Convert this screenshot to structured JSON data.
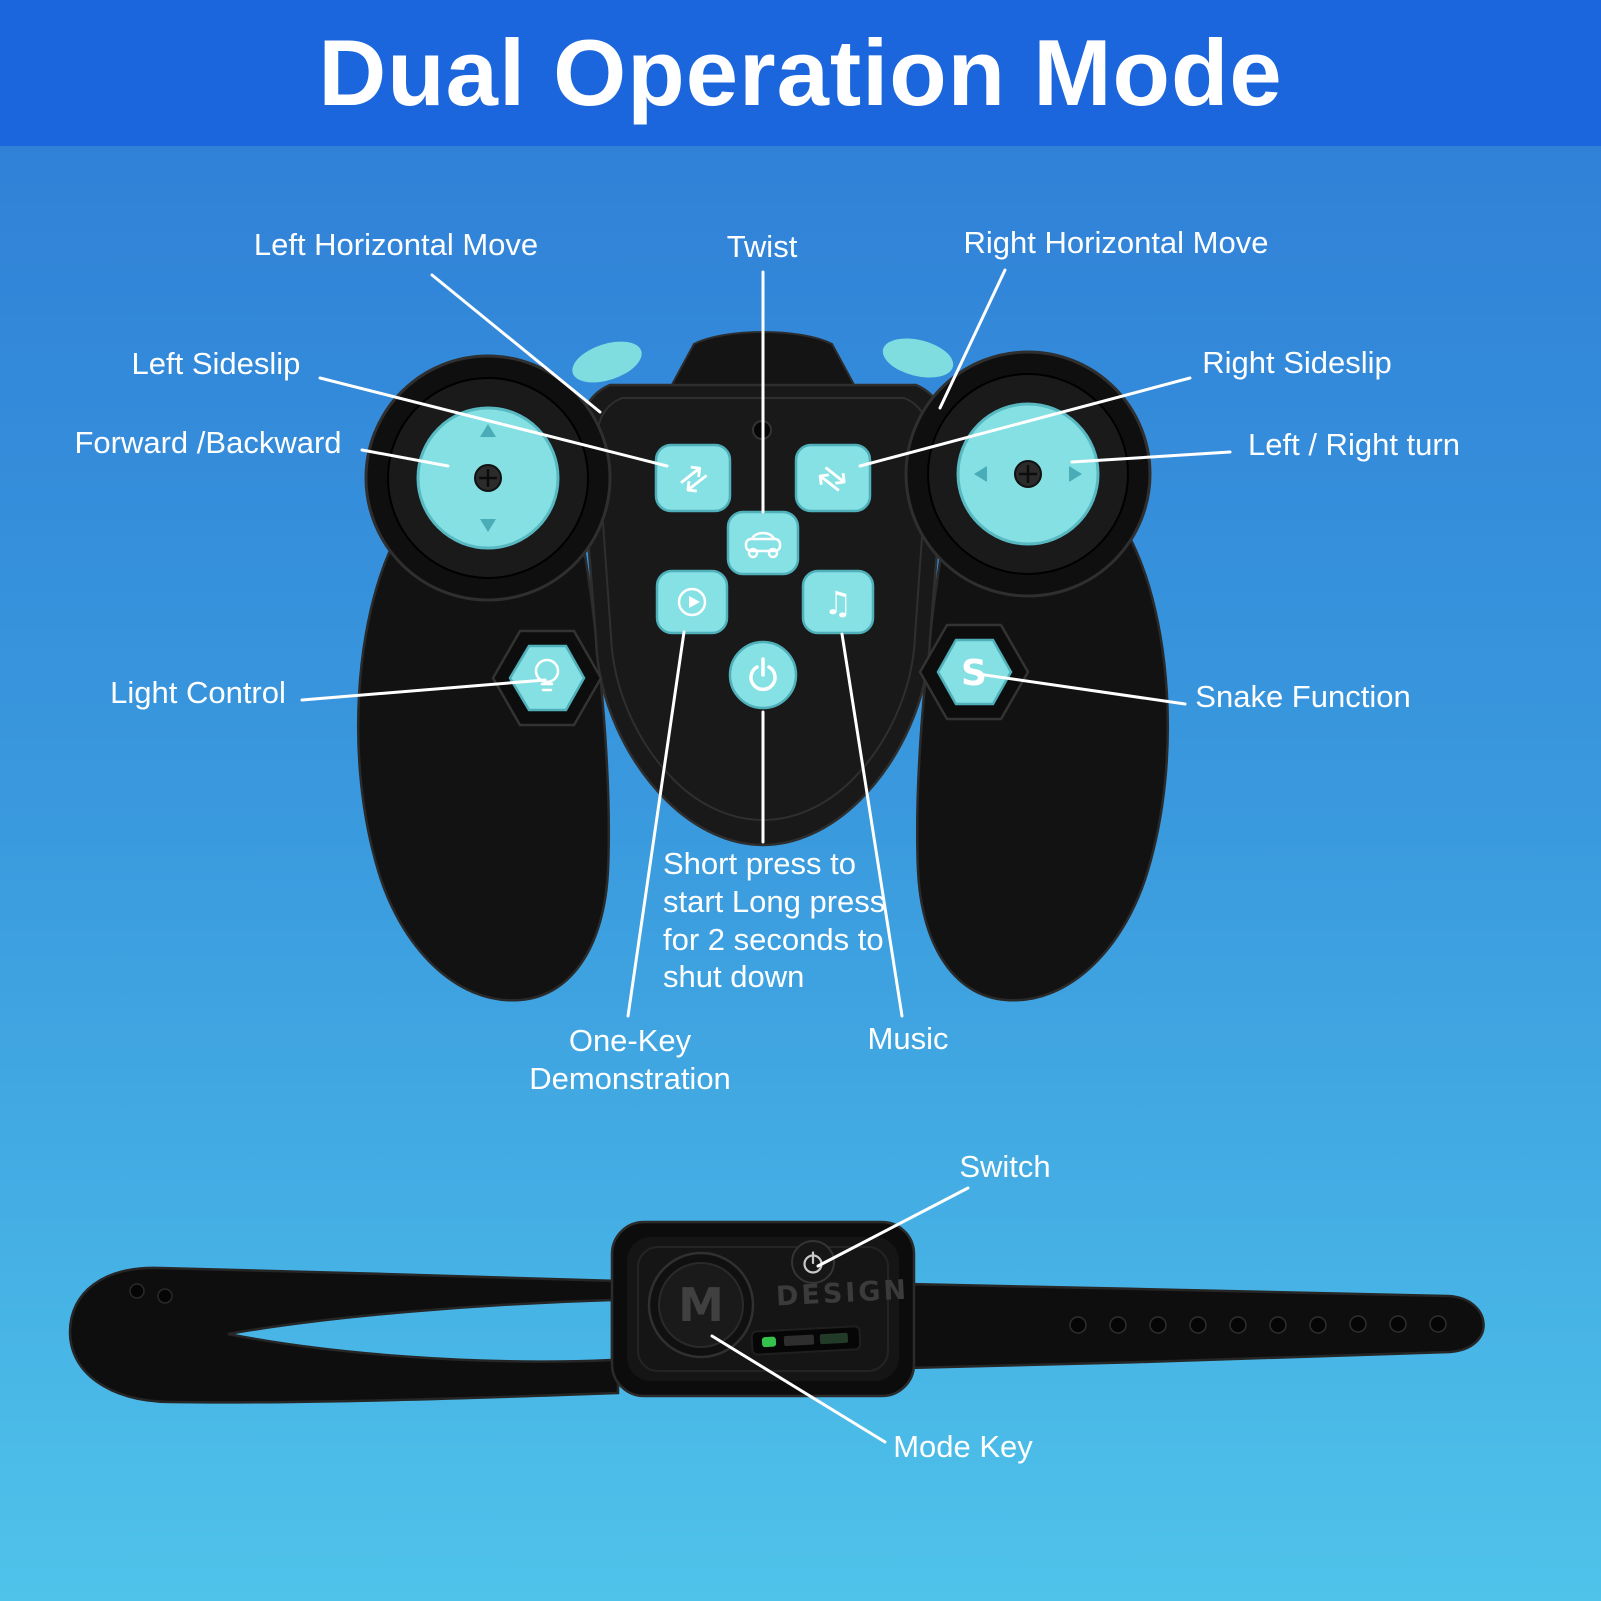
{
  "title": "Dual Operation Mode",
  "callouts": {
    "left_horizontal_move": "Left Horizontal Move",
    "twist": "Twist",
    "right_horizontal_move": "Right Horizontal Move",
    "left_sideslip": "Left Sideslip",
    "right_sideslip": "Right Sideslip",
    "forward_backward": "Forward /Backward",
    "left_right_turn": "Left / Right turn",
    "light_control": "Light Control",
    "snake_function": "Snake Function",
    "power_note": "Short press to start Long press for 2 seconds to shut down",
    "one_key_demonstration": "One-Key Demonstration",
    "music": "Music",
    "switch": "Switch",
    "mode_key": "Mode Key"
  },
  "device": {
    "snake_button_label": "S",
    "mode_button_label": "M",
    "band_brand_label": "DESIGN"
  },
  "icons": {
    "horizontal_move": "⇄",
    "music_notes": "♫"
  },
  "colors": {
    "header_bg": "#1b66dd",
    "background_top": "#2e7cd6",
    "background_bottom": "#4fc3ea",
    "button_accent": "#86e1e4",
    "device_body": "#161616",
    "label_text": "#ffffff"
  }
}
